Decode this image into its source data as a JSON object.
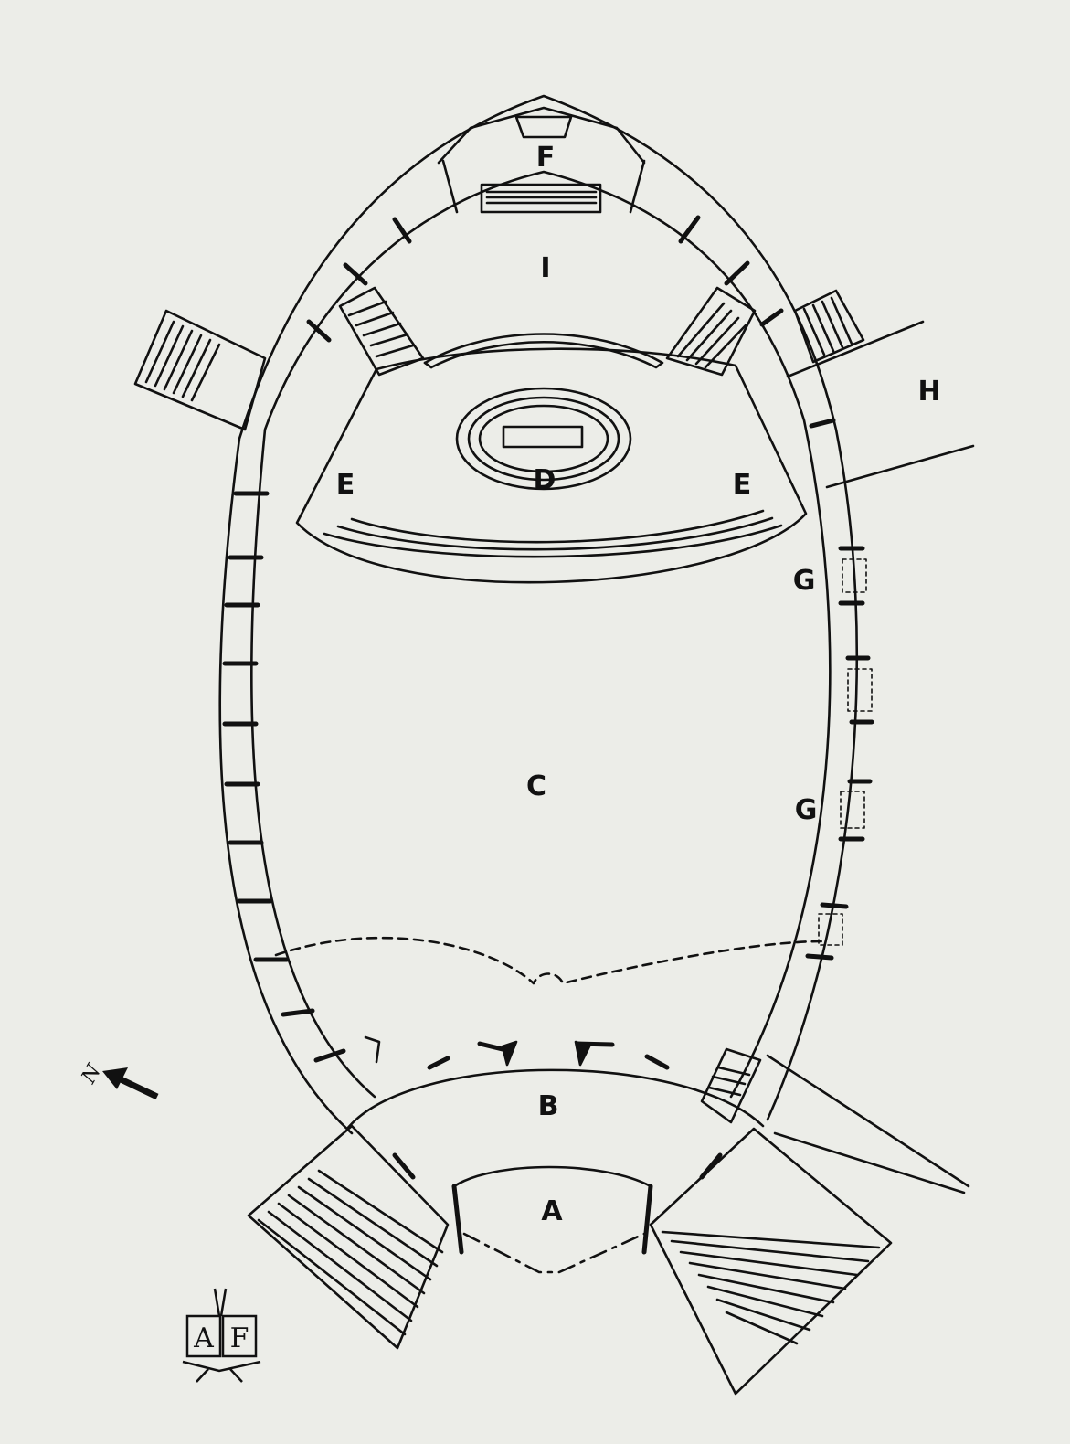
{
  "plan": {
    "labels": {
      "F": "F",
      "I": "I",
      "H": "H",
      "E_left": "E",
      "D": "D",
      "E_right": "E",
      "G_upper": "G",
      "C": "C",
      "G_lower": "G",
      "B": "B",
      "A": "A"
    },
    "north": "N",
    "logo": {
      "left": "A",
      "right": "F"
    },
    "ink_color": "#111111",
    "paper_color": "#ecede8"
  }
}
